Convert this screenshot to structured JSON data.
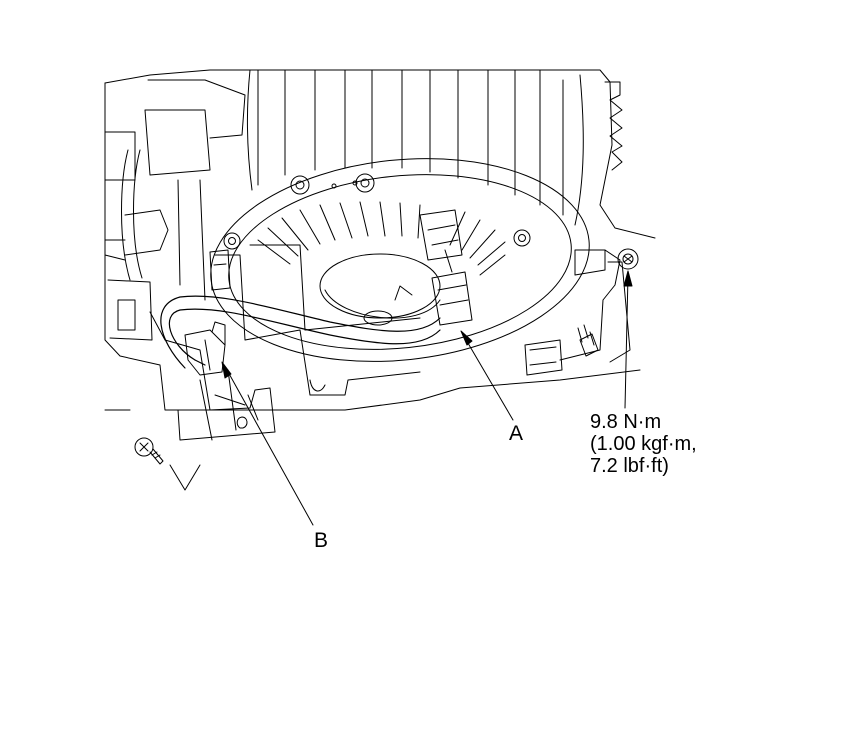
{
  "callouts": {
    "a": "A",
    "b": "B"
  },
  "torque": {
    "line1": "9.8 N·m",
    "line2": "(1.00 kgf·m,",
    "line3": "7.2 lbf·ft)"
  },
  "colors": {
    "line": "#000000",
    "background": "#ffffff",
    "shade": "#eeeeee"
  }
}
